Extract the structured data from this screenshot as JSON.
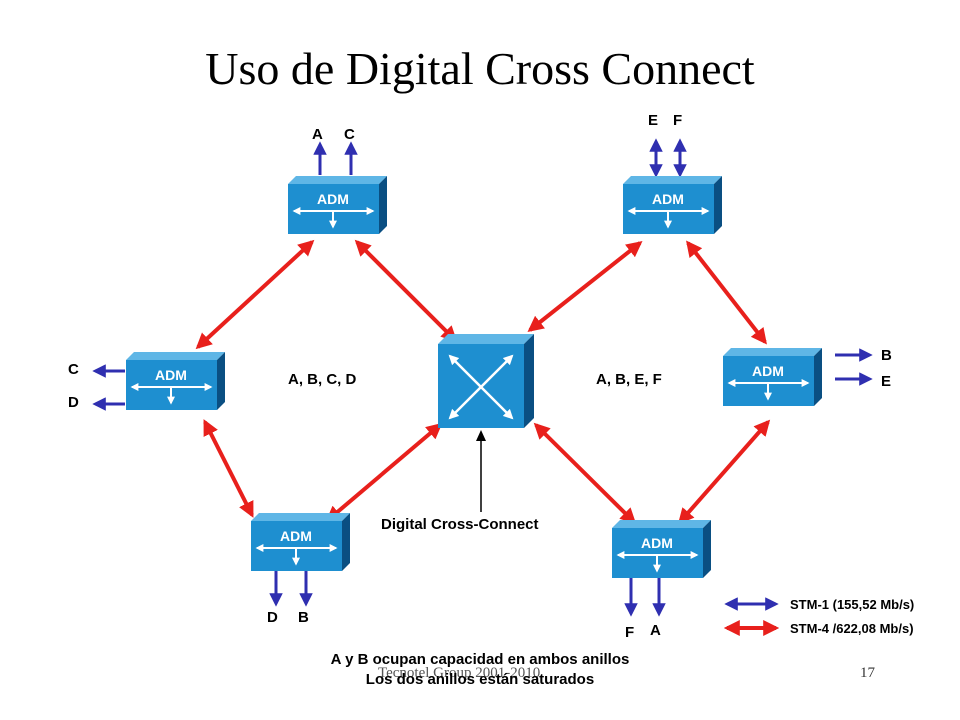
{
  "title": "Uso de Digital Cross Connect",
  "adm_label": "ADM",
  "nodes": {
    "top_left": {
      "trib_1": "A",
      "trib_2": "C"
    },
    "top_right": {
      "trib_1": "E",
      "trib_2": "F"
    },
    "left": {
      "trib_1": "C",
      "trib_2": "D"
    },
    "right": {
      "trib_1": "B",
      "trib_2": "E"
    },
    "bottom_left": {
      "trib_1": "D",
      "trib_2": "B"
    },
    "bottom_right": {
      "trib_1": "F",
      "trib_2": "A"
    }
  },
  "ring_left_label": "A, B, C, D",
  "ring_right_label": "A, B, E, F",
  "dxc_label": "Digital Cross-Connect",
  "legend": {
    "stm1": {
      "label": "STM-1 (155,52 Mb/s)",
      "color": "#2f2fb0"
    },
    "stm4": {
      "label": "STM-4 /622,08 Mb/s)",
      "color": "#e8201c"
    }
  },
  "caption_line1": "A y B ocupan capacidad en ambos anillos",
  "caption_line2": "Los dos anillos están saturados",
  "footer": "Tecnotel Group 2001-2010",
  "page_number": "17"
}
